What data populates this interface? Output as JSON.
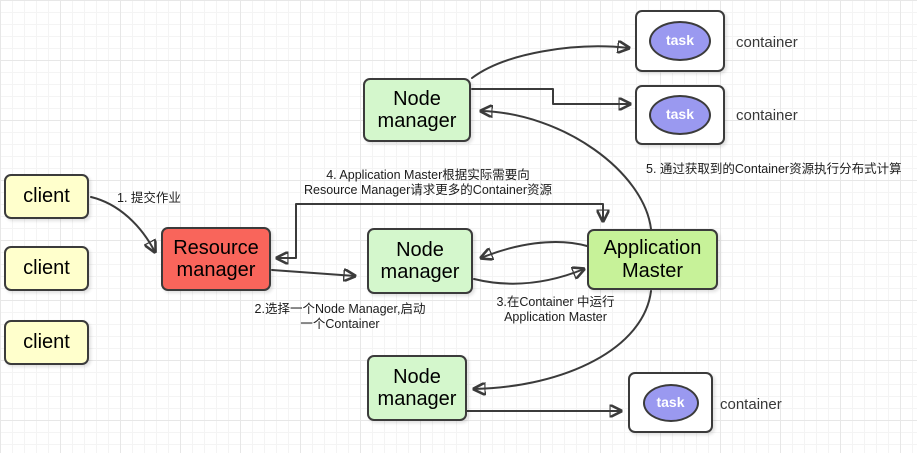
{
  "diagram": {
    "clients": [
      {
        "label": "client"
      },
      {
        "label": "client"
      },
      {
        "label": "client"
      }
    ],
    "resource_manager": {
      "label_line1": "Resource",
      "label_line2": "manager"
    },
    "node_managers": [
      {
        "label_line1": "Node",
        "label_line2": "manager"
      },
      {
        "label_line1": "Node",
        "label_line2": "manager"
      },
      {
        "label_line1": "Node",
        "label_line2": "manager"
      }
    ],
    "application_master": {
      "label_line1": "Application",
      "label_line2": "Master"
    },
    "containers": [
      {
        "task_label": "task",
        "container_label": "container"
      },
      {
        "task_label": "task",
        "container_label": "container"
      },
      {
        "task_label": "task",
        "container_label": "container"
      }
    ],
    "annotations": {
      "step1": "1. 提交作业",
      "step2_line1": "2.选择一个Node Manager,启动",
      "step2_line2": "一个Container",
      "step3_line1": "3.在Container 中运行",
      "step3_line2": "Application Master",
      "step4_line1": "4. Application Master根据实际需要向",
      "step4_line2": "Resource Manager请求更多的Container资源",
      "step5": "5. 通过获取到的Container资源执行分布式计算"
    },
    "colors": {
      "client_fill": "#ffffcc",
      "resource_manager_fill": "#f9655b",
      "node_manager_fill": "#d4f7cc",
      "application_master_fill": "#c7f299",
      "task_fill": "#9a99f0",
      "container_fill": "#ffffff",
      "stroke": "#3b3b3b",
      "grid_line": "#ececec"
    }
  }
}
